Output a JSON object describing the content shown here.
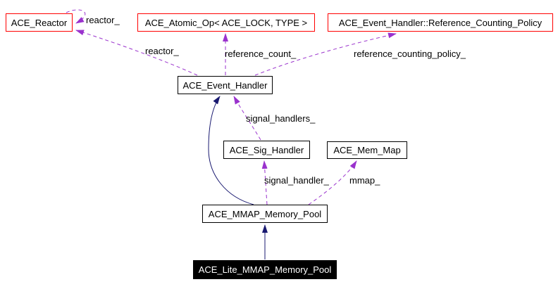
{
  "diagram": {
    "kind": "class-collaboration-graph",
    "background": "#ffffff"
  },
  "nodes": [
    {
      "id": "ace-reactor",
      "label": "ACE_Reactor",
      "style": "referenced"
    },
    {
      "id": "ace-atomic-op",
      "label": "ACE_Atomic_Op< ACE_LOCK, TYPE >",
      "style": "referenced"
    },
    {
      "id": "ace-event-handler-reference-counting-policy",
      "label": "ACE_Event_Handler::Reference_Counting_Policy",
      "style": "referenced"
    },
    {
      "id": "ace-event-handler",
      "label": "ACE_Event_Handler",
      "style": "normal"
    },
    {
      "id": "ace-sig-handler",
      "label": "ACE_Sig_Handler",
      "style": "normal"
    },
    {
      "id": "ace-mem-map",
      "label": "ACE_Mem_Map",
      "style": "normal"
    },
    {
      "id": "ace-mmap-memory-pool",
      "label": "ACE_MMAP_Memory_Pool",
      "style": "normal"
    },
    {
      "id": "ace-lite-mmap-memory-pool",
      "label": "ACE_Lite_MMAP_Memory_Pool",
      "style": "current"
    }
  ],
  "edges": [
    {
      "label": "reactor_",
      "from": "ace-reactor",
      "to": "ace-reactor",
      "kind": "usage"
    },
    {
      "label": "reactor_",
      "from": "ace-event-handler",
      "to": "ace-reactor",
      "kind": "usage"
    },
    {
      "label": "reference_count_",
      "from": "ace-event-handler",
      "to": "ace-atomic-op",
      "kind": "usage"
    },
    {
      "label": "reference_counting_policy_",
      "from": "ace-event-handler",
      "to": "ace-event-handler-reference-counting-policy",
      "kind": "usage"
    },
    {
      "label": "signal_handlers_",
      "from": "ace-sig-handler",
      "to": "ace-event-handler",
      "kind": "usage"
    },
    {
      "label": "",
      "from": "ace-mmap-memory-pool",
      "to": "ace-event-handler",
      "kind": "inheritance"
    },
    {
      "label": "signal_handler_",
      "from": "ace-mmap-memory-pool",
      "to": "ace-sig-handler",
      "kind": "usage"
    },
    {
      "label": "mmap_",
      "from": "ace-mmap-memory-pool",
      "to": "ace-mem-map",
      "kind": "usage"
    },
    {
      "label": "",
      "from": "ace-lite-mmap-memory-pool",
      "to": "ace-mmap-memory-pool",
      "kind": "inheritance"
    }
  ],
  "colors": {
    "usage_edge": "#9a32cd",
    "inheritance_edge": "#191970",
    "referenced_node_border": "#ff0000",
    "node_border": "#000000",
    "current_node_bg": "#000000",
    "current_node_text": "#ffffff",
    "text": "#000000",
    "background": "#ffffff"
  }
}
